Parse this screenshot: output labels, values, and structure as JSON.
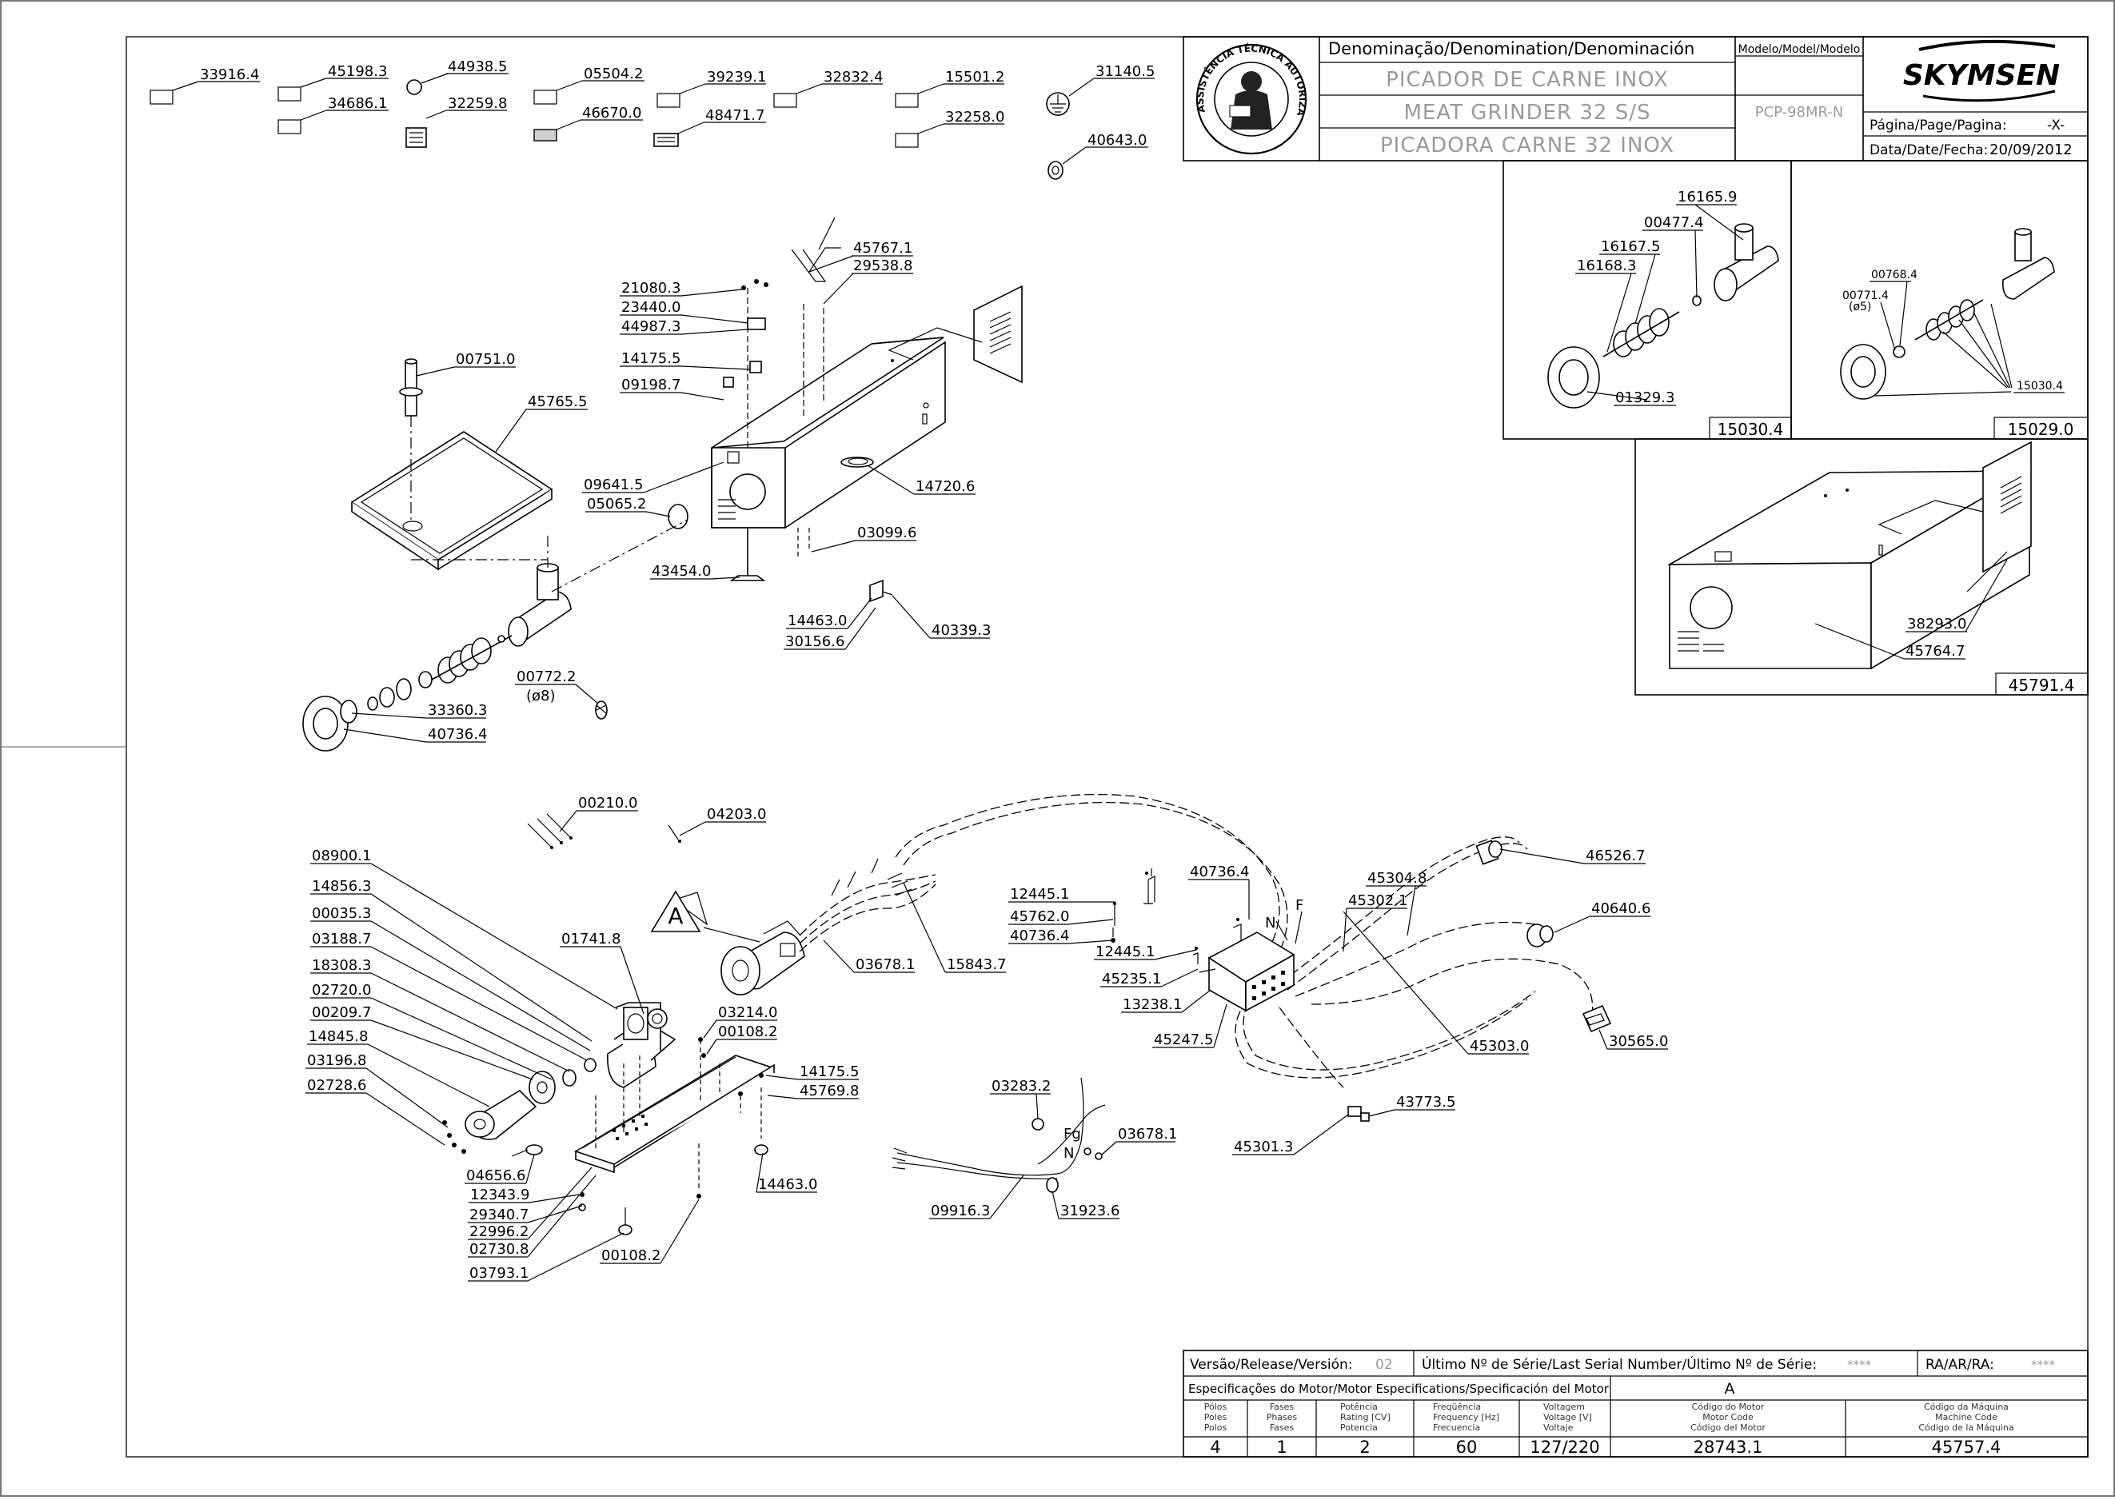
{
  "title_block": {
    "heading": "Denominação/Denomination/Denominación",
    "model_heading": "Modelo/Model/Modelo",
    "name_pt": "PICADOR DE CARNE INOX",
    "name_en": "MEAT GRINDER 32 S/S",
    "name_es": "PICADORA CARNE 32 INOX",
    "model": "PCP-98MR-N",
    "brand": "SKYMSEN",
    "page_label": "Página/Page/Pagina:",
    "page_value": "-X-",
    "date_label": "Data/Date/Fecha:",
    "date_value": "20/09/2012",
    "seal_text": "ASSISTÊNCIA TÉCNICA AUTORIZADA"
  },
  "bottom_block": {
    "version_label": "Versão/Release/Versión:",
    "version_value": "02",
    "serial_label": "Último Nº de Série/Last Serial Number/Último Nº de Série:",
    "serial_value": "****",
    "ra_label": "RA/AR/RA:",
    "ra_value": "****",
    "motor_spec_label": "Especificações do Motor/Motor Especifications/Specificación del Motor",
    "motor_letter": "A",
    "col_poles": [
      "Pólos",
      "Poles",
      "Polos"
    ],
    "col_phases": [
      "Fases",
      "Phases",
      "Fases"
    ],
    "col_power": [
      "Potência",
      "Rating [CV]",
      "Potencia"
    ],
    "col_freq": [
      "Freqüência",
      "Frequency [Hz]",
      "Frecuencia"
    ],
    "col_voltage": [
      "Voltagem",
      "Voltage [V]",
      "Voltaje"
    ],
    "col_motor_code": [
      "Código do Motor",
      "Motor Code",
      "Código del Motor"
    ],
    "col_machine_code": [
      "Código da Máquina",
      "Machine Code",
      "Código de la Máquina"
    ],
    "poles": "4",
    "phases": "1",
    "power": "2",
    "frequency": "60",
    "voltage": "127/220",
    "motor_code": "28743.1",
    "machine_code": "45757.4"
  },
  "inset_boxes": {
    "inset1_code": "15030.4",
    "inset2_code": "15029.0",
    "inset3_code": "45791.4"
  },
  "labels": {
    "p33916": "33916.4",
    "p45198": "45198.3",
    "p34686": "34686.1",
    "p44938": "44938.5",
    "p32259": "32259.8",
    "p05504": "05504.2",
    "p46670": "46670.0",
    "p39239": "39239.1",
    "p48471": "48471.7",
    "p32832": "32832.4",
    "p15501": "15501.2",
    "p32258": "32258.0",
    "p31140": "31140.5",
    "p40643": "40643.0",
    "p45767": "45767.1",
    "p29538": "29538.8",
    "p21080": "21080.3",
    "p23440": "23440.0",
    "p44987": "44987.3",
    "p14175a": "14175.5",
    "p09198": "09198.7",
    "p00751": "00751.0",
    "p45765": "45765.5",
    "p09641": "09641.5",
    "p05065": "05065.2",
    "p14720": "14720.6",
    "p03099": "03099.6",
    "p43454": "43454.0",
    "p14463a": "14463.0",
    "p30156": "30156.6",
    "p40339": "40339.3",
    "p00772": "00772.2",
    "p00772b": "(ø8)",
    "p33360": "33360.3",
    "p40736a": "40736.4",
    "i1_16165": "16165.9",
    "i1_00477": "00477.4",
    "i1_16167": "16167.5",
    "i1_16168": "16168.3",
    "i1_01329": "01329.3",
    "i2_00768": "00768.4",
    "i2_00771": "00771.4",
    "i2_00771b": "(ø5)",
    "i2_15030": "15030.4",
    "i3_38293": "38293.0",
    "i3_45764": "45764.7",
    "p00210": "00210.0",
    "p04203": "04203.0",
    "p08900": "08900.1",
    "p14856": "14856.3",
    "p00035": "00035.3",
    "p03188": "03188.7",
    "p18308": "18308.3",
    "p02720": "02720.0",
    "p00209": "00209.7",
    "p14845": "14845.8",
    "p03196": "03196.8",
    "p02728": "02728.6",
    "p01741": "01741.8",
    "p03214": "03214.0",
    "p00108a": "00108.2",
    "p14175b": "14175.5",
    "p45769": "45769.8",
    "p04656": "04656.6",
    "p12343": "12343.9",
    "p29340": "29340.7",
    "p22996": "22996.2",
    "p02730": "02730.8",
    "p03793": "03793.1",
    "p00108b": "00108.2",
    "p14463b": "14463.0",
    "p03678a": "03678.1",
    "p15843": "15843.7",
    "motor_mark": "A",
    "p12445a": "12445.1",
    "p45762": "45762.0",
    "p40736b": "40736.4",
    "p40736c": "40736.4",
    "p12445b": "12445.1",
    "p45235": "45235.1",
    "p13238": "13238.1",
    "p45247": "45247.5",
    "p45304": "45304.8",
    "p45302": "45302.1",
    "p45303": "45303.0",
    "p46526": "46526.7",
    "p40640": "40640.6",
    "p30565": "30565.0",
    "p43773": "43773.5",
    "p45301": "45301.3",
    "p03283": "03283.2",
    "p03678b": "03678.1",
    "p09916": "09916.3",
    "p31923": "31923.6",
    "wire_N1": "N",
    "wire_F1": "F",
    "wire_Fg": "Fg",
    "wire_N2": "N"
  }
}
